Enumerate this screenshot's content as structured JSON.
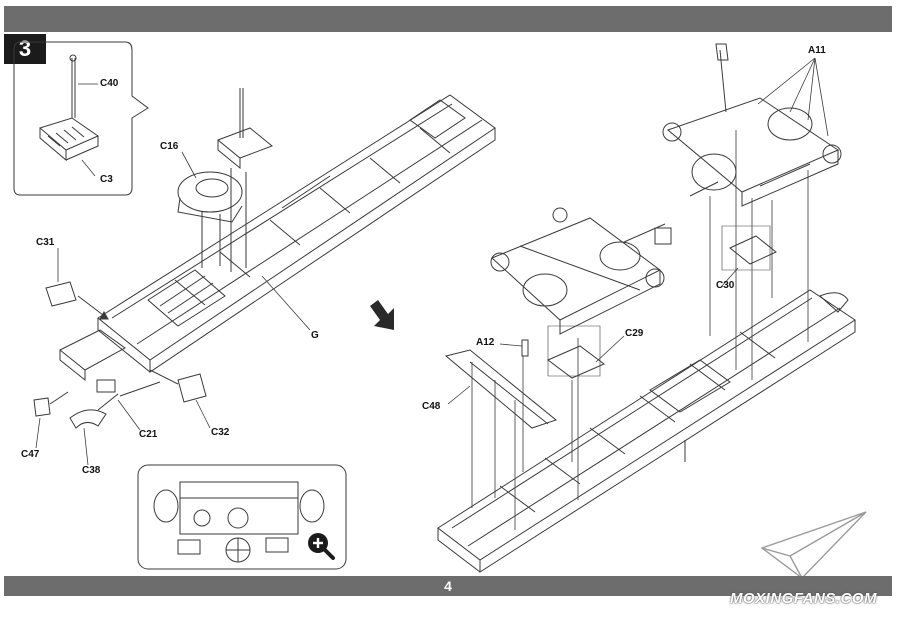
{
  "step": {
    "number": "3"
  },
  "page": {
    "number": "4"
  },
  "watermark": {
    "text": "MOXINGFANS.COM"
  },
  "callouts": {
    "c40": "C40",
    "c3": "C3",
    "c16": "C16",
    "c31": "C31",
    "g": "G",
    "c47": "C47",
    "c38": "C38",
    "c21": "C21",
    "c32": "C32",
    "a11": "A11",
    "c30": "C30",
    "a12": "A12",
    "c29": "C29",
    "c48": "C48"
  },
  "icons": [
    "arrow-down-right-icon",
    "zoom-in-icon",
    "paper-plane-logo-icon"
  ],
  "colors": {
    "bar": "#6d6d6d",
    "step_box": "#1b1b1b",
    "line": "#3a3a3a",
    "page_bg": "#ffffff"
  }
}
